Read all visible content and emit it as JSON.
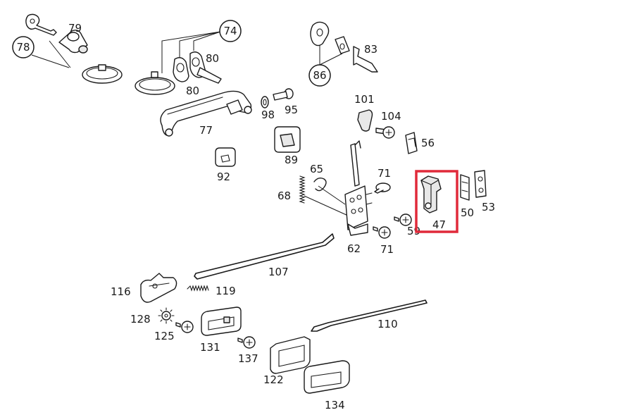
{
  "highlight_color": "#e02a3a",
  "part_labels": {
    "p79": "79",
    "p78": "78",
    "p74": "74",
    "p80a": "80",
    "p80b": "80",
    "p83": "83",
    "p86": "86",
    "p77": "77",
    "p98": "98",
    "p95": "95",
    "p101": "101",
    "p104": "104",
    "p56": "56",
    "p92": "92",
    "p89": "89",
    "p65": "65",
    "p71a": "71",
    "p68": "68",
    "p59": "59",
    "p47": "47",
    "p50": "50",
    "p53": "53",
    "p62": "62",
    "p71b": "71",
    "p107": "107",
    "p116": "116",
    "p119": "119",
    "p128": "128",
    "p125": "125",
    "p131": "131",
    "p110": "110",
    "p137": "137",
    "p122": "122",
    "p134": "134"
  },
  "highlighted_part": "47"
}
